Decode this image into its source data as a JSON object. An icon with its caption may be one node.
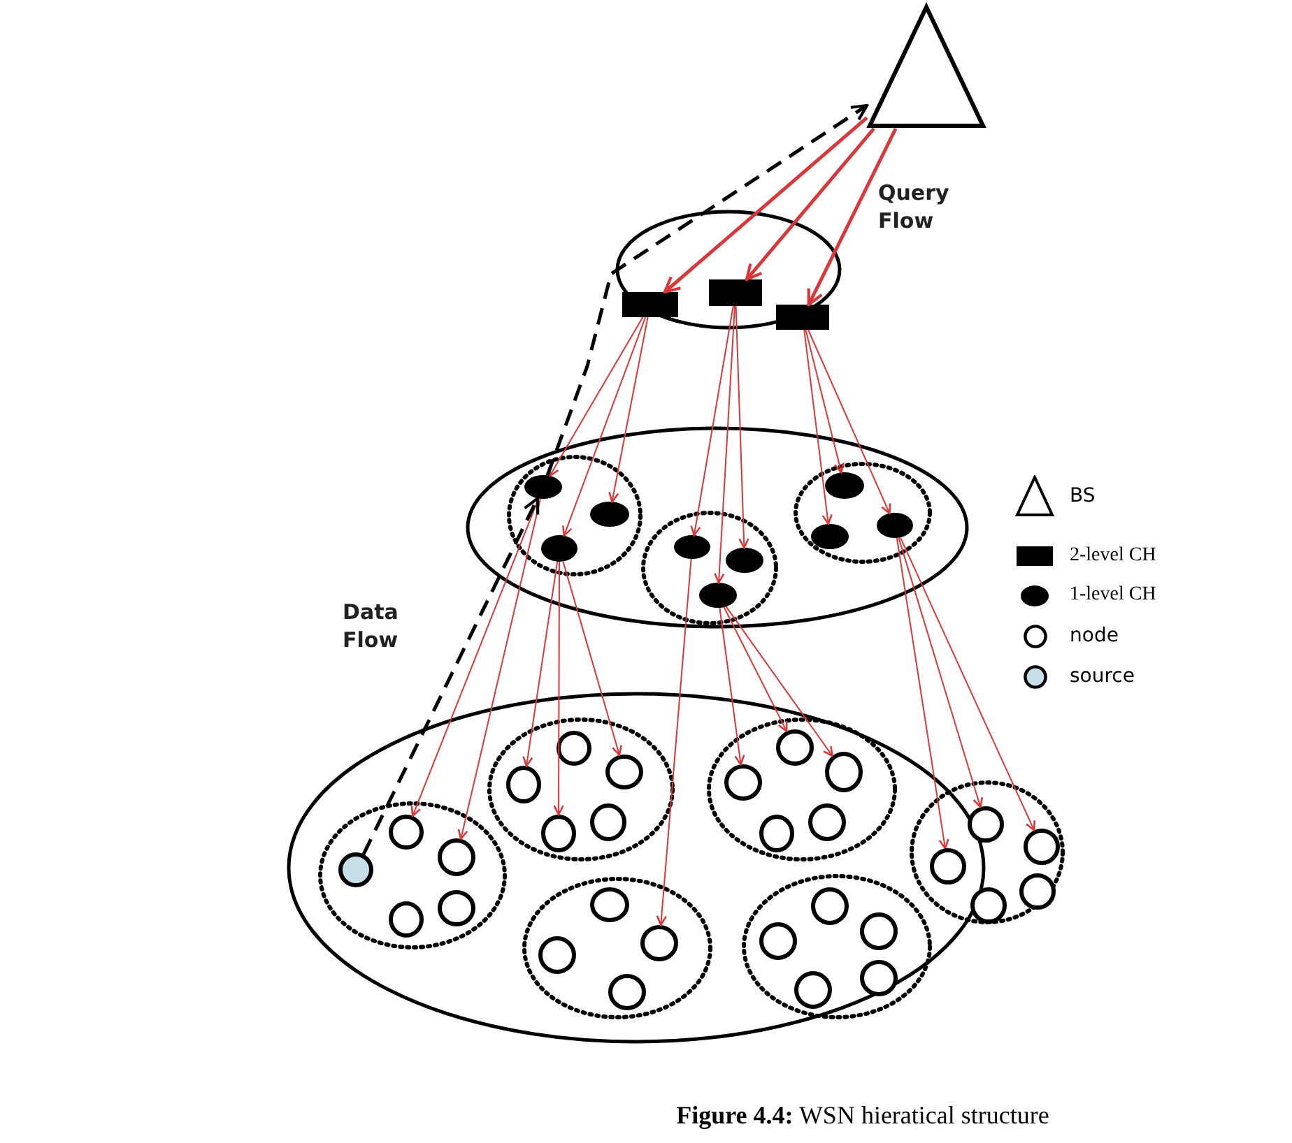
{
  "diagram": {
    "caption": "**Figure 4.4:** WSN hieratical structure",
    "nodes": [
      {
        "text": [],
        "shape": "triangle"
      },
      {
        "text": [],
        "shape": "ellipse"
      },
      {
        "text": [],
        "shape": "box",
        "in": 1
      },
      {
        "text": [],
        "shape": "box",
        "in": 1
      },
      {
        "text": [],
        "shape": "box",
        "in": 1
      },
      {
        "text": [],
        "shape": "ellipse"
      },
      {
        "text": [],
        "shape": "circle",
        "in": 5
      },
      {
        "text": [],
        "shape": "circle",
        "in": 6
      },
      {
        "text": [],
        "shape": "circle",
        "in": 6
      },
      {
        "text": [],
        "shape": "circle",
        "in": 6
      },
      {
        "text": [],
        "shape": "circle",
        "in": 5
      },
      {
        "text": [],
        "shape": "circle",
        "in": 10
      },
      {
        "text": [],
        "shape": "circle",
        "in": 10
      },
      {
        "text": [],
        "shape": "circle",
        "in": 10
      },
      {
        "text": [],
        "shape": "circle",
        "in": 5
      },
      {
        "text": [],
        "shape": "circle",
        "in": 14
      },
      {
        "text": [],
        "shape": "circle",
        "in": 14
      },
      {
        "text": [],
        "shape": "circle",
        "in": 14
      },
      {
        "text": [],
        "shape": "ellipse"
      },
      {
        "text": [],
        "shape": "circle",
        "in": 18
      },
      {
        "text": [],
        "shape": "circle",
        "in": 19
      },
      {
        "text": [],
        "shape": "circle",
        "in": 19
      },
      {
        "text": [],
        "shape": "circle",
        "in": 19
      },
      {
        "text": [],
        "shape": "circle",
        "in": 19
      },
      {
        "text": [],
        "shape": "circle",
        "in": 19
      },
      {
        "text": [],
        "shape": "circle",
        "in": 18
      },
      {
        "text": [],
        "shape": "circle",
        "in": 25
      },
      {
        "text": [],
        "shape": "circle",
        "in": 25
      },
      {
        "text": [],
        "shape": "circle",
        "in": 25
      },
      {
        "text": [],
        "shape": "circle",
        "in": 25
      },
      {
        "text": [],
        "shape": "circle",
        "in": 25
      },
      {
        "text": [],
        "shape": "circle",
        "in": 18
      },
      {
        "text": [],
        "shape": "circle",
        "in": 31
      },
      {
        "text": [],
        "shape": "circle",
        "in": 31
      },
      {
        "text": [],
        "shape": "circle",
        "in": 31
      },
      {
        "text": [],
        "shape": "circle",
        "in": 31
      },
      {
        "text": [],
        "shape": "circle",
        "in": 18
      },
      {
        "text": [],
        "shape": "circle",
        "in": 36
      },
      {
        "text": [],
        "shape": "circle",
        "in": 36
      },
      {
        "text": [],
        "shape": "circle",
        "in": 36
      },
      {
        "text": [],
        "shape": "circle",
        "in": 36
      },
      {
        "text": [],
        "shape": "circle",
        "in": 36
      },
      {
        "text": [],
        "shape": "circle",
        "in": 18
      },
      {
        "text": [],
        "shape": "circle",
        "in": 42
      },
      {
        "text": [],
        "shape": "circle",
        "in": 42
      },
      {
        "text": [],
        "shape": "circle",
        "in": 42
      },
      {
        "text": [],
        "shape": "circle",
        "in": 42
      },
      {
        "text": [],
        "shape": "circle",
        "in": 42
      },
      {
        "text": [],
        "shape": "circle"
      },
      {
        "text": [],
        "shape": "circle"
      },
      {
        "text": [],
        "shape": "circle",
        "in": 48
      },
      {
        "text": [],
        "shape": "circle",
        "in": 48
      },
      {
        "text": [],
        "shape": "circle",
        "in": 48
      },
      {
        "text": [],
        "shape": "circle",
        "in": 48
      }
    ],
    "edges": [
      {
        "from": 0,
        "to": 2,
        "arrow": "to",
        "style": "thick"
      },
      {
        "from": 0,
        "to": 3,
        "arrow": "to",
        "style": "thick"
      },
      {
        "from": 0,
        "to": 4,
        "arrow": "to",
        "style": "thick"
      },
      {
        "from": 2,
        "to": 7,
        "arrow": "to"
      },
      {
        "from": 2,
        "to": 8,
        "arrow": "to"
      },
      {
        "from": 2,
        "to": 9,
        "arrow": "to"
      },
      {
        "from": 3,
        "to": 11,
        "arrow": "to"
      },
      {
        "from": 3,
        "to": 12,
        "arrow": "to"
      },
      {
        "from": 3,
        "to": 13,
        "arrow": "to"
      },
      {
        "from": 4,
        "to": 15,
        "arrow": "to"
      },
      {
        "from": 4,
        "to": 16,
        "arrow": "to"
      },
      {
        "from": 4,
        "to": 17,
        "arrow": "to"
      },
      {
        "from": 7,
        "to": 21,
        "arrow": "to"
      },
      {
        "from": 7,
        "to": 23,
        "arrow": "to"
      },
      {
        "from": 8,
        "to": 26,
        "arrow": "to"
      },
      {
        "from": 8,
        "to": 27,
        "arrow": "to"
      },
      {
        "from": 8,
        "to": 30,
        "arrow": "to"
      },
      {
        "from": 11,
        "to": 35,
        "arrow": "to"
      },
      {
        "from": 12,
        "to": 37,
        "arrow": "to"
      },
      {
        "from": 12,
        "to": 39,
        "arrow": "to"
      },
      {
        "from": 12,
        "to": 41,
        "arrow": "to"
      },
      {
        "from": 17,
        "to": 49,
        "arrow": "to"
      },
      {
        "from": 17,
        "to": 50,
        "arrow": "to"
      },
      {
        "from": 17,
        "to": 53,
        "arrow": "to"
      },
      {
        "from": 20,
        "to": 7,
        "arrow": "to",
        "style": "dashed",
        "color": "#000000"
      },
      {
        "from": 7,
        "to": 0,
        "arrow": "to",
        "style": "dashed",
        "color": "#000000"
      }
    ],
    "labels": [
      "Query Flow",
      "Data Flow"
    ],
    "legend": [
      {
        "text": "BS"
      },
      {
        "text": "2-level CH"
      },
      {
        "text": "1-level CH"
      },
      {
        "text": "node"
      },
      {
        "text": "source",
        "color": "#c6dfe8"
      }
    ]
  }
}
